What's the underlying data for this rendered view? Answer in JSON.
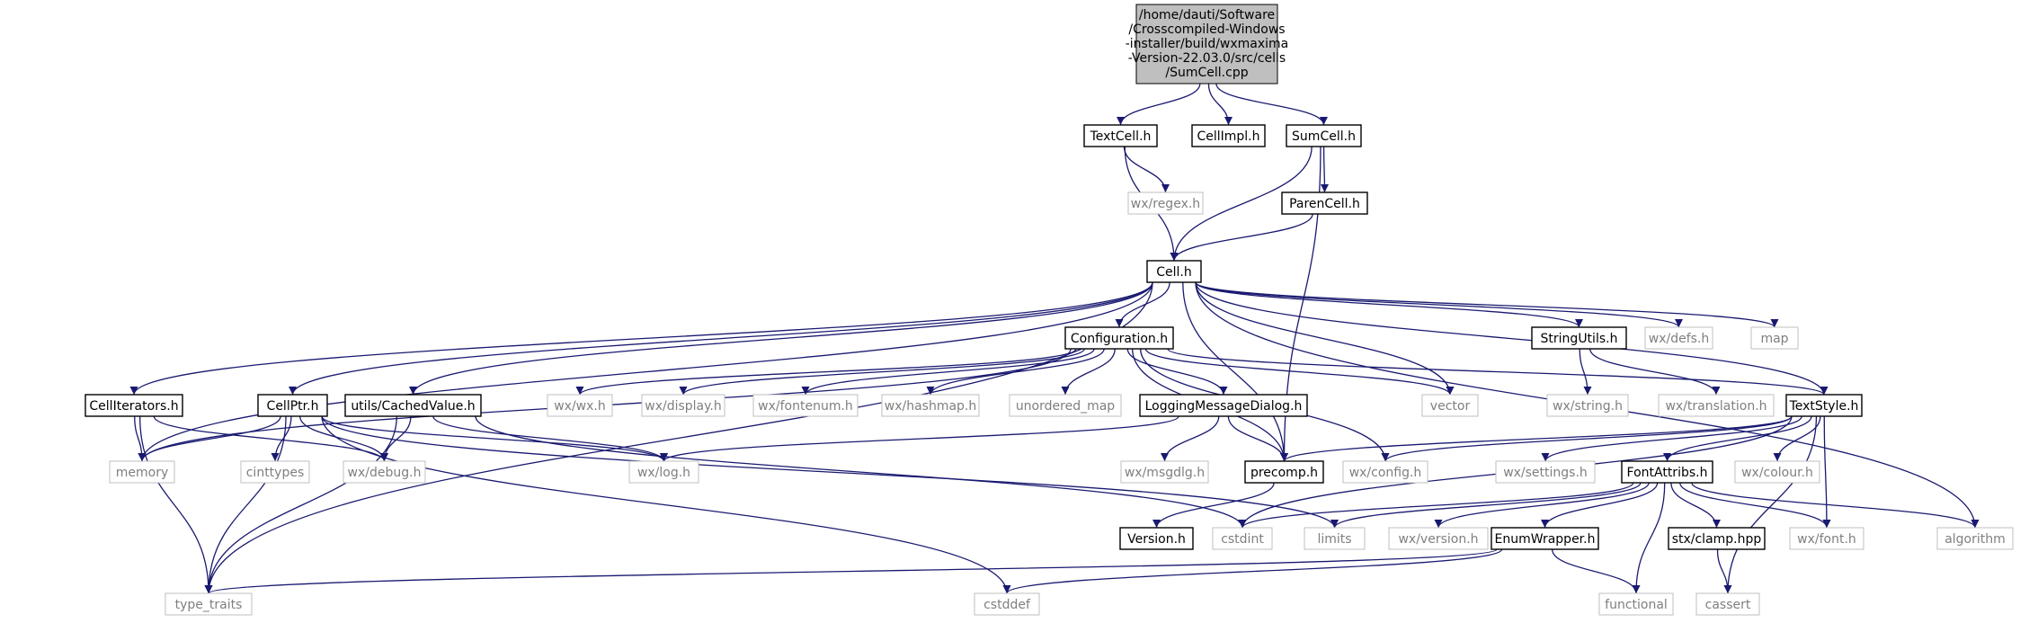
{
  "colors": {
    "edge": "#191970",
    "border_project": "#000000",
    "border_system": "#bfbfbf",
    "text_project": "#000000",
    "text_system": "#7f7f7f",
    "root_fill": "#bfbfbf",
    "node_fill": "#ffffff"
  },
  "nodes": {
    "root": {
      "lines": [
        "/home/dauti/Software",
        "/Crosscompiled-Windows",
        "-installer/build/wxmaxima",
        "-Version-22.03.0/src/cells",
        "/SumCell.cpp"
      ]
    },
    "textcell": {
      "label": "TextCell.h"
    },
    "cellimpl": {
      "label": "CellImpl.h"
    },
    "sumcell": {
      "label": "SumCell.h"
    },
    "wxregex": {
      "label": "wx/regex.h"
    },
    "parencell": {
      "label": "ParenCell.h"
    },
    "cell": {
      "label": "Cell.h"
    },
    "configuration": {
      "label": "Configuration.h"
    },
    "stringutils": {
      "label": "StringUtils.h"
    },
    "wxdefs": {
      "label": "wx/defs.h"
    },
    "map": {
      "label": "map"
    },
    "celliterators": {
      "label": "CellIterators.h"
    },
    "cellptr": {
      "label": "CellPtr.h"
    },
    "cachedvalue": {
      "label": "utils/CachedValue.h"
    },
    "wxwx": {
      "label": "wx/wx.h"
    },
    "wxdisplay": {
      "label": "wx/display.h"
    },
    "wxfontenum": {
      "label": "wx/fontenum.h"
    },
    "wxhashmap": {
      "label": "wx/hashmap.h"
    },
    "unordered_map": {
      "label": "unordered_map"
    },
    "loggingdialog": {
      "label": "LoggingMessageDialog.h"
    },
    "vector": {
      "label": "vector"
    },
    "wxstring": {
      "label": "wx/string.h"
    },
    "wxtranslation": {
      "label": "wx/translation.h"
    },
    "textstyle": {
      "label": "TextStyle.h"
    },
    "memory": {
      "label": "memory"
    },
    "cinttypes": {
      "label": "cinttypes"
    },
    "wxdebug": {
      "label": "wx/debug.h"
    },
    "wxlog": {
      "label": "wx/log.h"
    },
    "wxmsgdlg": {
      "label": "wx/msgdlg.h"
    },
    "precomp": {
      "label": "precomp.h"
    },
    "wxconfig": {
      "label": "wx/config.h"
    },
    "wxsettings": {
      "label": "wx/settings.h"
    },
    "fontattribs": {
      "label": "FontAttribs.h"
    },
    "wxcolour": {
      "label": "wx/colour.h"
    },
    "limits": {
      "label": "limits"
    },
    "cstdint": {
      "label": "cstdint"
    },
    "version": {
      "label": "Version.h"
    },
    "wxversion": {
      "label": "wx/version.h"
    },
    "enumwrapper": {
      "label": "EnumWrapper.h"
    },
    "stxclamp": {
      "label": "stx/clamp.hpp"
    },
    "wxfont": {
      "label": "wx/font.h"
    },
    "algorithm": {
      "label": "algorithm"
    },
    "type_traits": {
      "label": "type_traits"
    },
    "cstddef": {
      "label": "cstddef"
    },
    "functional": {
      "label": "functional"
    },
    "cassert": {
      "label": "cassert"
    }
  },
  "edges": [
    [
      "root",
      "textcell"
    ],
    [
      "root",
      "cellimpl"
    ],
    [
      "root",
      "sumcell"
    ],
    [
      "textcell",
      "wxregex"
    ],
    [
      "textcell",
      "cell"
    ],
    [
      "sumcell",
      "parencell"
    ],
    [
      "sumcell",
      "cell"
    ],
    [
      "sumcell",
      "precomp"
    ],
    [
      "parencell",
      "cell"
    ],
    [
      "cell",
      "configuration"
    ],
    [
      "cell",
      "stringutils"
    ],
    [
      "cell",
      "wxdefs"
    ],
    [
      "cell",
      "map"
    ],
    [
      "cell",
      "vector"
    ],
    [
      "cell",
      "textstyle"
    ],
    [
      "cell",
      "algorithm"
    ],
    [
      "cell",
      "celliterators"
    ],
    [
      "cell",
      "cellptr"
    ],
    [
      "cell",
      "cachedvalue"
    ],
    [
      "cell",
      "memory"
    ],
    [
      "cell",
      "type_traits"
    ],
    [
      "cell",
      "precomp"
    ],
    [
      "configuration",
      "wxwx"
    ],
    [
      "configuration",
      "wxdisplay"
    ],
    [
      "configuration",
      "wxfontenum"
    ],
    [
      "configuration",
      "wxhashmap"
    ],
    [
      "configuration",
      "unordered_map"
    ],
    [
      "configuration",
      "loggingdialog"
    ],
    [
      "configuration",
      "vector"
    ],
    [
      "configuration",
      "textstyle"
    ],
    [
      "configuration",
      "precomp"
    ],
    [
      "configuration",
      "wxconfig"
    ],
    [
      "configuration",
      "memory"
    ],
    [
      "stringutils",
      "wxstring"
    ],
    [
      "stringutils",
      "wxtranslation"
    ],
    [
      "celliterators",
      "memory"
    ],
    [
      "celliterators",
      "type_traits"
    ],
    [
      "celliterators",
      "wxdebug"
    ],
    [
      "cellptr",
      "memory"
    ],
    [
      "cellptr",
      "cinttypes"
    ],
    [
      "cellptr",
      "wxdebug"
    ],
    [
      "cellptr",
      "wxlog"
    ],
    [
      "cellptr",
      "type_traits"
    ],
    [
      "cellptr",
      "limits"
    ],
    [
      "cellptr",
      "cstddef"
    ],
    [
      "cachedvalue",
      "wxdebug"
    ],
    [
      "cachedvalue",
      "wxlog"
    ],
    [
      "cachedvalue",
      "type_traits"
    ],
    [
      "cachedvalue",
      "cstdint"
    ],
    [
      "loggingdialog",
      "wxmsgdlg"
    ],
    [
      "loggingdialog",
      "precomp"
    ],
    [
      "loggingdialog",
      "wxlog"
    ],
    [
      "textstyle",
      "precomp"
    ],
    [
      "textstyle",
      "wxconfig"
    ],
    [
      "textstyle",
      "wxsettings"
    ],
    [
      "textstyle",
      "fontattribs"
    ],
    [
      "textstyle",
      "wxcolour"
    ],
    [
      "textstyle",
      "wxfont"
    ],
    [
      "textstyle",
      "cstdint"
    ],
    [
      "textstyle",
      "cassert"
    ],
    [
      "precomp",
      "version"
    ],
    [
      "fontattribs",
      "cstdint"
    ],
    [
      "fontattribs",
      "limits"
    ],
    [
      "fontattribs",
      "wxversion"
    ],
    [
      "fontattribs",
      "enumwrapper"
    ],
    [
      "fontattribs",
      "stxclamp"
    ],
    [
      "fontattribs",
      "wxfont"
    ],
    [
      "fontattribs",
      "algorithm"
    ],
    [
      "fontattribs",
      "functional"
    ],
    [
      "enumwrapper",
      "type_traits"
    ],
    [
      "enumwrapper",
      "cstddef"
    ],
    [
      "enumwrapper",
      "functional"
    ],
    [
      "stxclamp",
      "cassert"
    ]
  ]
}
